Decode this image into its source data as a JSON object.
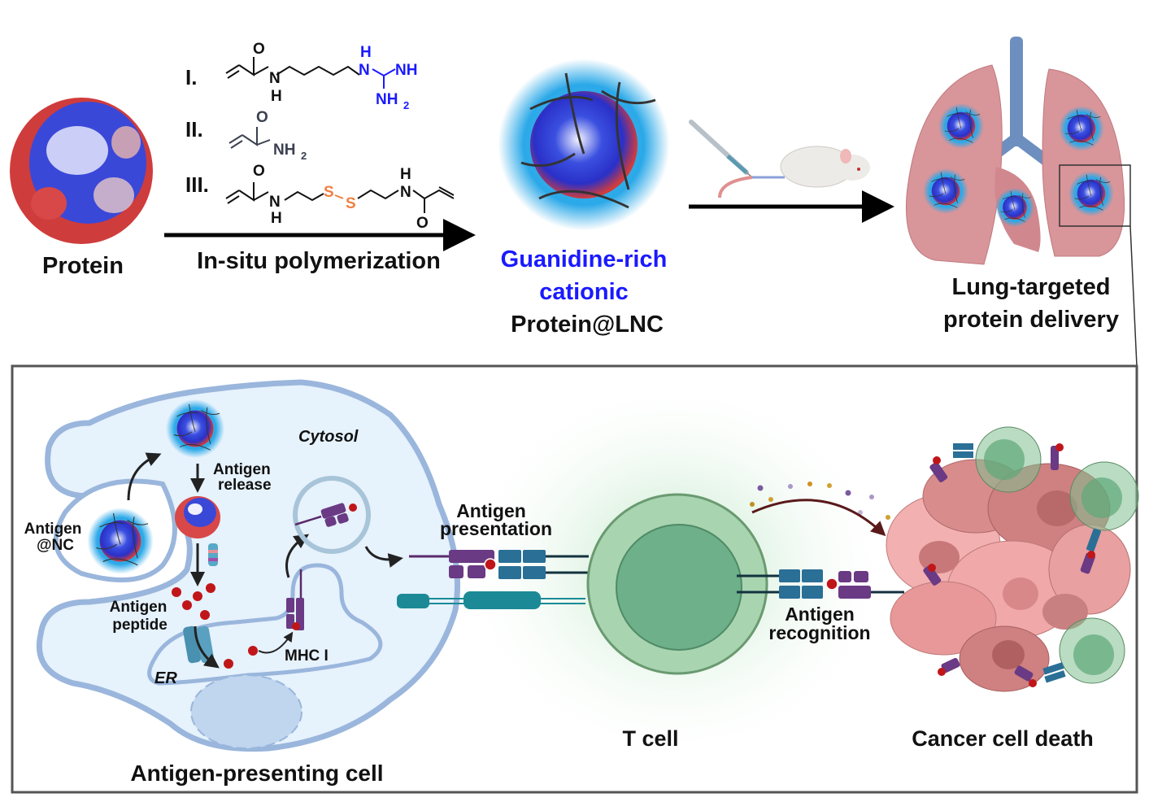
{
  "top": {
    "protein_label": "Protein",
    "monomers": [
      {
        "numeral": "I.",
        "name": "guanidine acrylamide monomer",
        "atoms": {
          "o": "O",
          "n": "N",
          "h": "H",
          "gh": "H",
          "gn": "N",
          "nh": "NH",
          "nh2": "NH",
          "sub2": "2"
        }
      },
      {
        "numeral": "II.",
        "name": "acrylamide",
        "atoms": {
          "o": "O",
          "nh2": "NH",
          "sub2": "2"
        }
      },
      {
        "numeral": "III.",
        "name": "disulfide crosslinker",
        "atoms": {
          "o1": "O",
          "n1": "N",
          "h1": "H",
          "s1": "S",
          "s2": "S",
          "h2": "H",
          "n2": "N",
          "o2": "O"
        }
      }
    ],
    "step1_label": "In-situ polymerization",
    "nanocapsule_label_line1": "Guanidine-rich",
    "nanocapsule_label_line2": "cationic",
    "nanocapsule_label_line3": "Protein@LNC",
    "lung_label_line1": "Lung-targeted",
    "lung_label_line2": "protein delivery"
  },
  "bottom": {
    "apc": {
      "cytosol_label": "Cytosol",
      "antigen_nc_line1": "Antigen",
      "antigen_nc_line2": "@NC",
      "release_line1": "Antigen",
      "release_line2": "release",
      "peptide_line1": "Antigen",
      "peptide_line2": "peptide",
      "er_label": "ER",
      "mhc_label": "MHC I",
      "cell_label": "Antigen-presenting cell"
    },
    "presentation_line1": "Antigen",
    "presentation_line2": "presentation",
    "tcell_label": "T cell",
    "recognition_line1": "Antigen",
    "recognition_line2": "recognition",
    "cancer_label": "Cancer cell death"
  },
  "colors": {
    "cationic_blue": "#1a1aff",
    "disulfide_orange": "#f08040",
    "apc_fill": "#e6f2fc",
    "apc_membrane": "#9ab6dc",
    "tcell_green": "#a8d4b0",
    "cancer_pink": "#e8a0a0",
    "mhc_purple": "#6a3a84",
    "tcr_blue": "#2a6f96",
    "peptide_red": "#c0161a"
  }
}
